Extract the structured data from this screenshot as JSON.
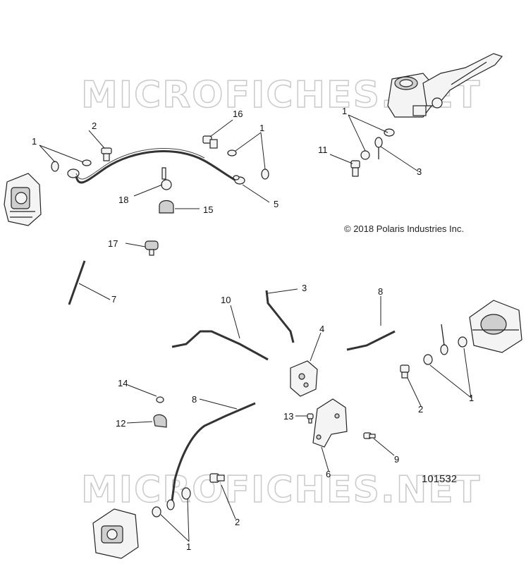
{
  "watermarks": [
    "MICROFICHES.NET",
    "MICROFICHES.NET"
  ],
  "copyright": "© 2018 Polaris Industries Inc.",
  "figure_number": "101532",
  "callouts": {
    "c1a": "1",
    "c2a": "2",
    "c16": "16",
    "c1b": "1",
    "c1c": "1",
    "c11": "11",
    "c3a": "3",
    "c18": "18",
    "c15": "15",
    "c5": "5",
    "c17": "17",
    "c7": "7",
    "c10": "10",
    "c3b": "3",
    "c8a": "8",
    "c4": "4",
    "c1d": "1",
    "c2b": "2",
    "c14": "14",
    "c8b": "8",
    "c13": "13",
    "c12": "12",
    "c9": "9",
    "c6": "6",
    "c2c": "2",
    "c1e": "1"
  }
}
